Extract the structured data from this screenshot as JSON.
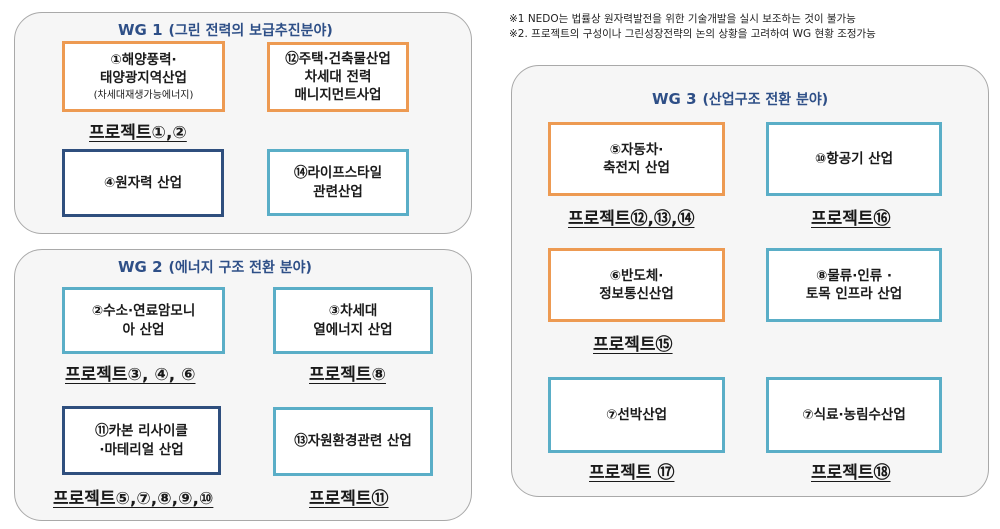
{
  "notes": [
    "※1 NEDO는 법률상 원자력발전을 위한 기술개발을 실시 보조하는 것이 불가능",
    "※2. 프로젝트의 구성이나 그린성장전략의 논의 상황을 고려하여 WG 현황 조정가능"
  ],
  "wg1": {
    "title": "WG 1",
    "subtitle": "(그린 전력의 보급추진분야)",
    "box1": {
      "line1": "①해양풍력·",
      "line2": "태양광지역산업",
      "note": "(차세대재생가능에너지)"
    },
    "project1": "프로젝트①,②",
    "box2": {
      "line1": "⑫주택·건축물산업",
      "line2": "차세대 전력",
      "line3": "매니지먼트사업"
    },
    "box3": {
      "line1": "④원자력 산업"
    },
    "box4": {
      "line1": "⑭라이프스타일",
      "line2": "관련산업"
    }
  },
  "wg2": {
    "title": "WG 2",
    "subtitle": "(에너지 구조 전환 분야)",
    "box1": {
      "line1": "②수소·연료암모니",
      "line2": "아 산업"
    },
    "project1": "프로젝트③, ④, ⑥",
    "box2": {
      "line1": "③차세대",
      "line2": "열에너지 산업"
    },
    "project2": "프로젝트⑧",
    "box3": {
      "line1": "⑪카본 리사이클",
      "line2": "·마테리얼 산업"
    },
    "project3": "프로젝트⑤,⑦,⑧,⑨,⑩",
    "box4": {
      "line1": "⑬자원환경관련 산업"
    },
    "project4": "프로젝트⑪"
  },
  "wg3": {
    "title": "WG 3",
    "subtitle": "(산업구조 전환 분야)",
    "box1": {
      "line1": "⑤자동차·",
      "line2": "축전지 산업"
    },
    "project1": "프로젝트⑫,⑬,⑭",
    "box2": {
      "line1": "⑩항공기 산업"
    },
    "project2": "프로젝트⑯",
    "box3": {
      "line1": "⑥반도체·",
      "line2": "정보통신산업"
    },
    "project3": "프로젝트⑮",
    "box4": {
      "line1": "⑧물류·인류 ·",
      "line2": "토목 인프라 산업"
    },
    "box5": {
      "line1": "⑦선박산업"
    },
    "project5": "프로젝트 ⑰",
    "box6": {
      "line1": "⑦식료·농림수산업"
    },
    "project6": "프로젝트⑱"
  }
}
